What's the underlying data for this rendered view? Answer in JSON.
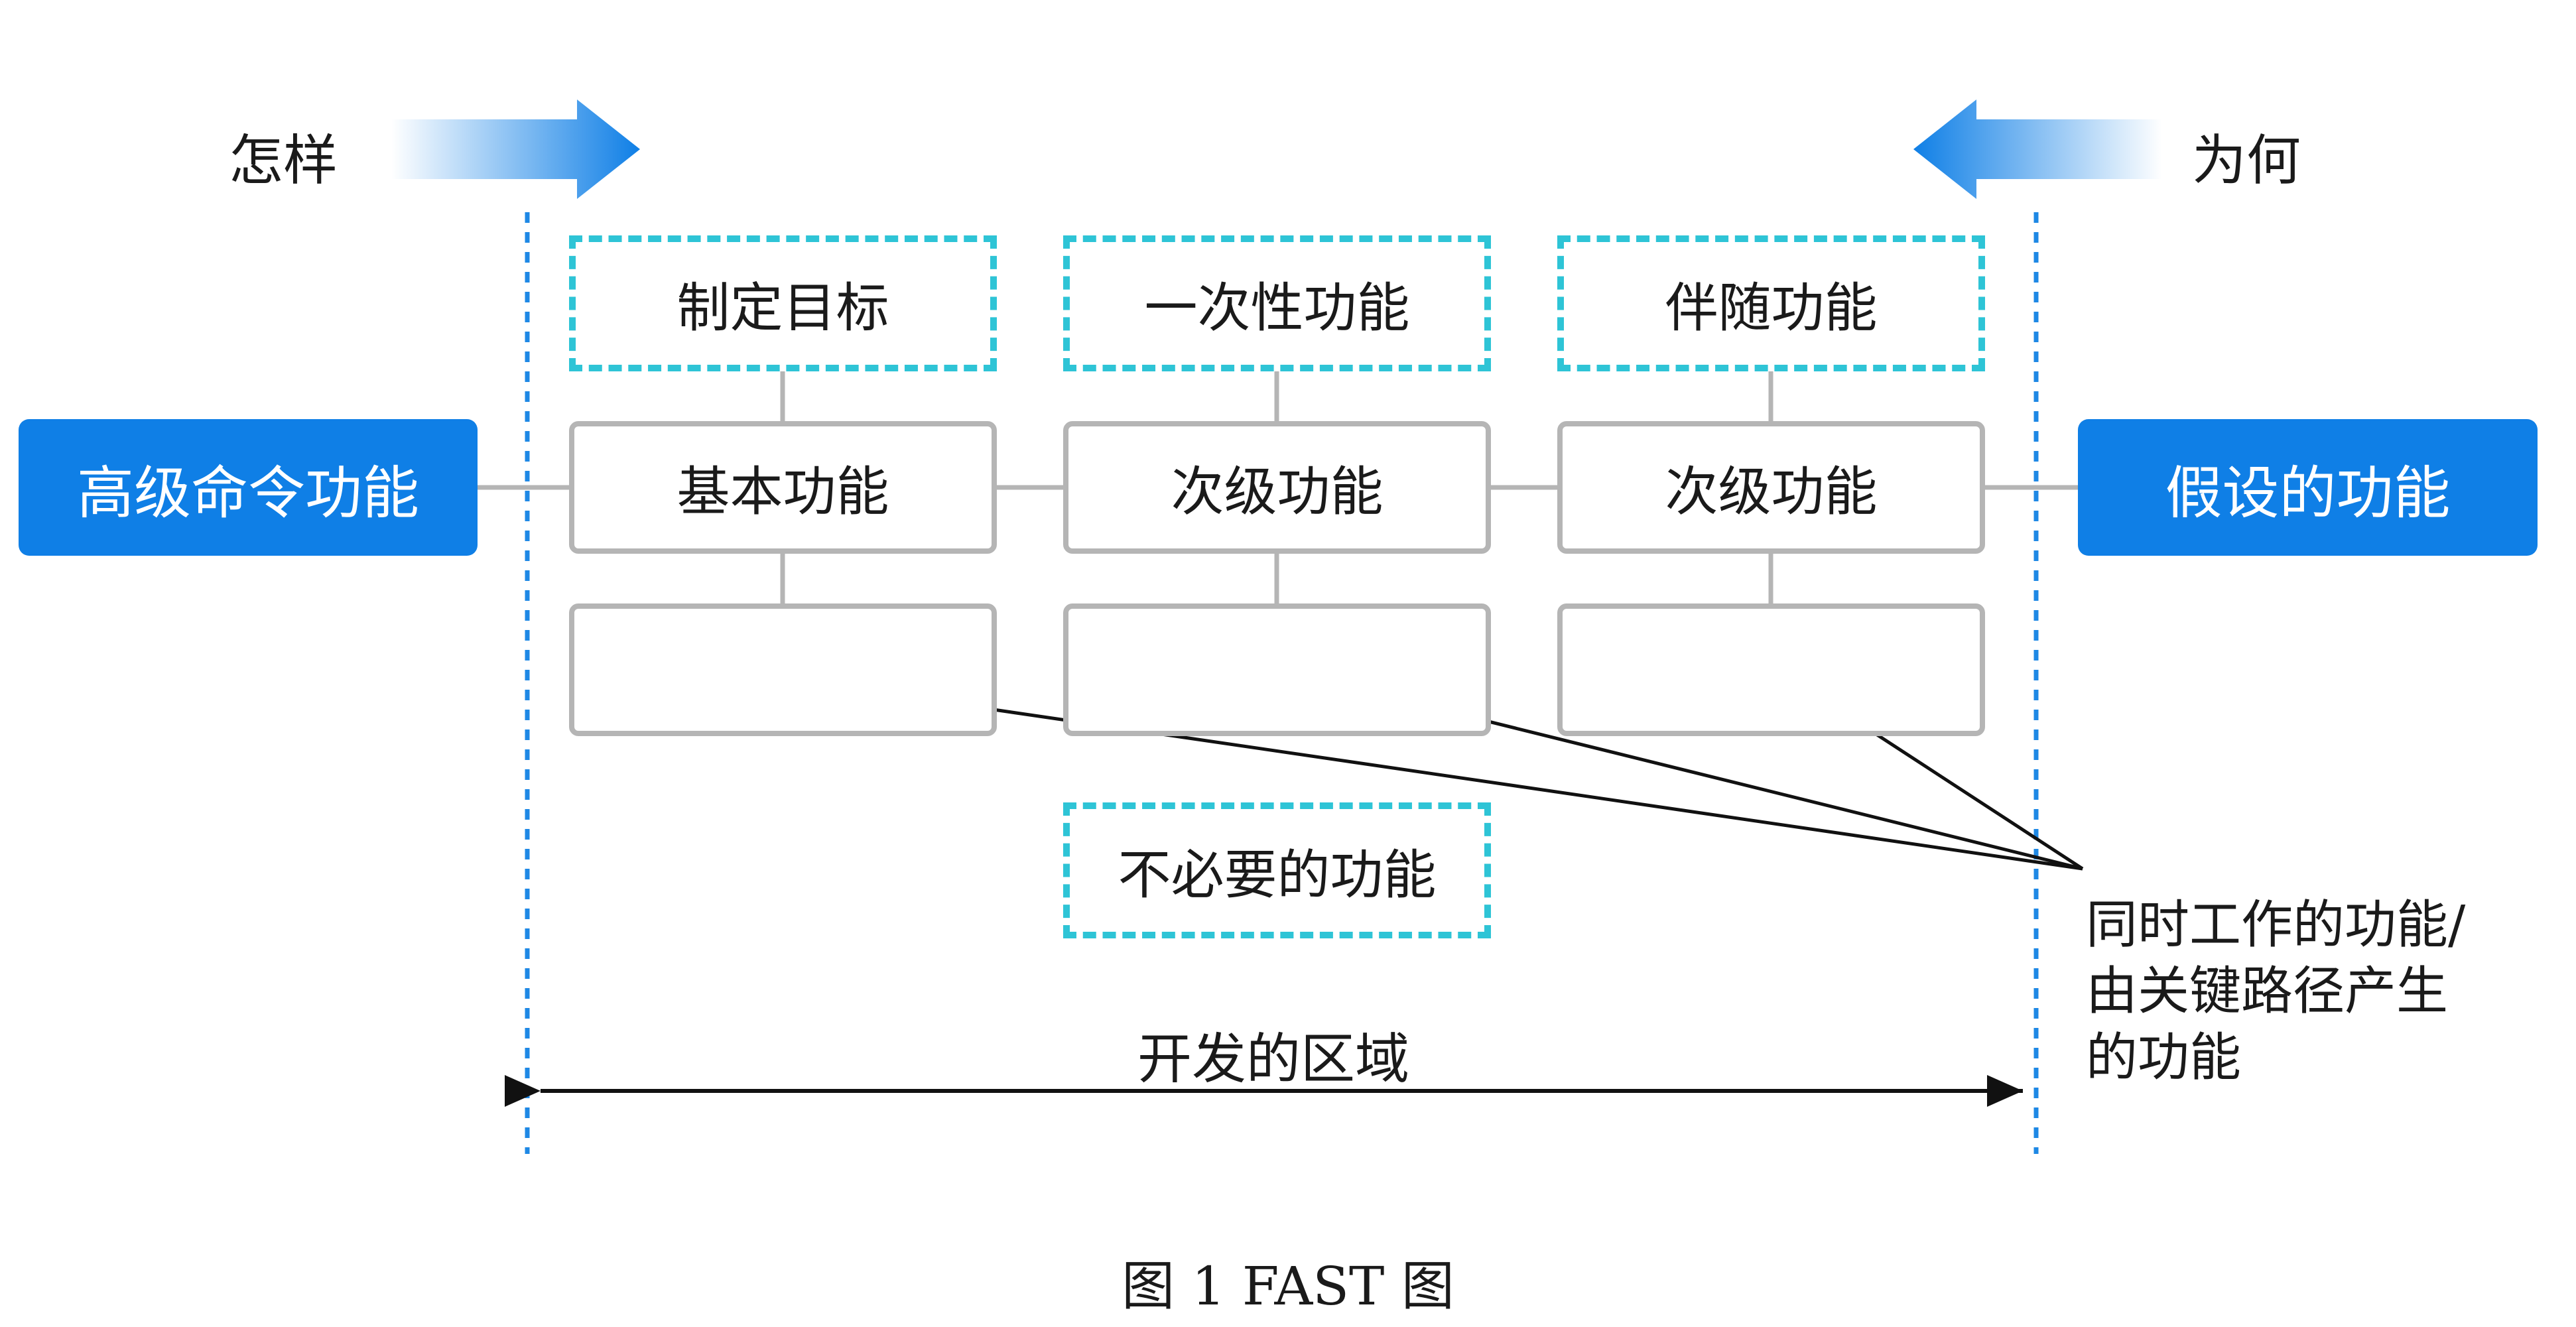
{
  "direction": {
    "how": "怎样",
    "why": "为何"
  },
  "nodes": {
    "higher_order": "高级命令功能",
    "assumed": "假设的功能",
    "set_goal": "制定目标",
    "one_time": "一次性功能",
    "accompanying": "伴随功能",
    "basic": "基本功能",
    "secondary_1": "次级功能",
    "secondary_2": "次级功能",
    "unnecessary": "不必要的功能"
  },
  "annotation": "同时工作的功能/由关键路径产生的功能",
  "scope_label": "开发的区域",
  "caption": "图 1  FAST 图",
  "colors": {
    "primary_blue": "#0f7fe6",
    "dashed_cyan": "#2ec4d6",
    "box_border": "#b5b5b5"
  }
}
